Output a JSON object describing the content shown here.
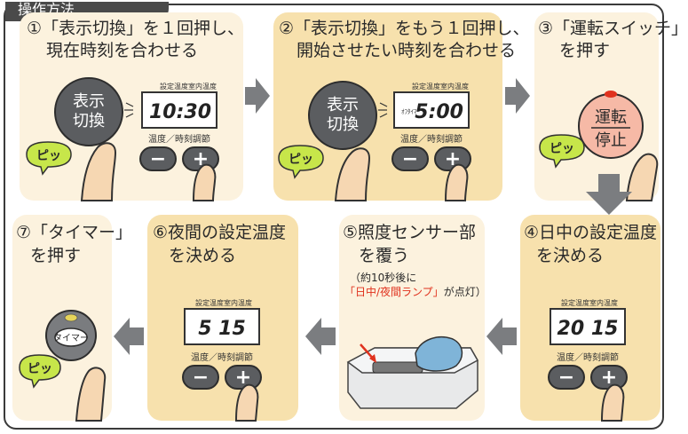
{
  "header": {
    "title": "操作方法"
  },
  "steps": {
    "s1": {
      "line1": "①「表示切換」を１回押し、",
      "line2": "現在時刻を合わせる",
      "button": [
        "表示",
        "切換"
      ],
      "display": "10:30",
      "sound": "ピッ"
    },
    "s2": {
      "line1": "②「表示切換」をもう１回押し、",
      "line2": "開始させたい時刻を合わせる",
      "button": [
        "表示",
        "切換"
      ],
      "display": "5:00",
      "sound": "ピッ",
      "icon_label": "ｵﾌﾀｲﾏｰ"
    },
    "s3": {
      "line1": "③「運転スイッチ」",
      "line2": "を押す",
      "button": [
        "運転",
        "停止"
      ],
      "sound": "ピッ"
    },
    "s4": {
      "line1": "④日中の設定温度",
      "line2": "を決める",
      "display": "20 15"
    },
    "s5": {
      "line1": "⑤照度センサー部",
      "line2": "を覆う",
      "note1": "（約10秒後に",
      "note2_red": "「日中/夜間ランプ」",
      "note2_tail": "が点灯）"
    },
    "s6": {
      "line1": "⑥夜間の設定温度",
      "line2": "を決める",
      "display": "5 15"
    },
    "s7": {
      "line1": "⑦「タイマー」",
      "line2": "を押す",
      "button": "タイマー",
      "sound": "ピッ"
    }
  },
  "display_labels": {
    "set_temp": "設定温度",
    "room_temp": "室内温度"
  },
  "controls": {
    "label": "温度／時刻調節",
    "minus": "−",
    "plus": "+"
  },
  "colors": {
    "panel_light": "#fcf2de",
    "panel_dark": "#f7e1ad",
    "arrow": "#7b7d80",
    "bubble": "#c7e64a",
    "accent_red": "#e0321e"
  }
}
